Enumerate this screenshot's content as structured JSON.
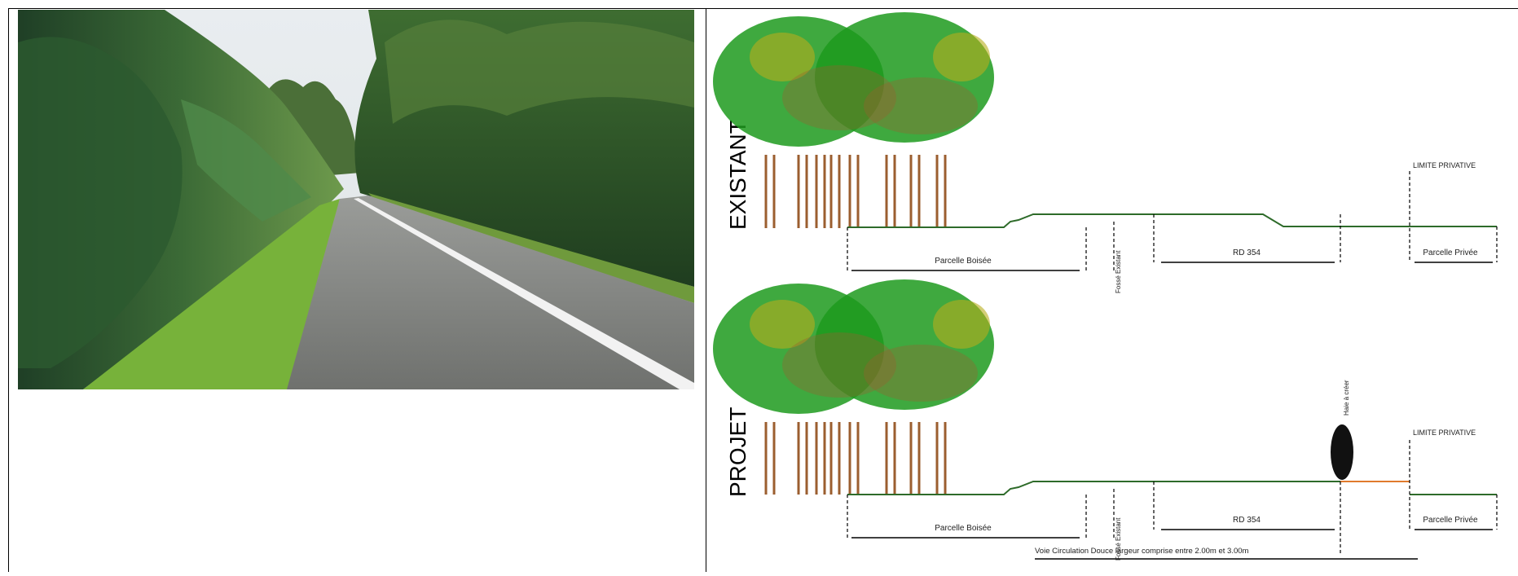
{
  "drawing": {
    "existing": {
      "title": "EXISTANT",
      "labels": {
        "parcel_wooded": "Parcelle Boisée",
        "ditch": "Fossé Existant",
        "road": "RD 354",
        "private_limit": "LIMITE PRIVATIVE",
        "private_parcel": "Parcelle Privée"
      }
    },
    "project": {
      "title": "PROJET",
      "labels": {
        "parcel_wooded": "Parcelle Boisée",
        "ditch": "Fossé Existant",
        "road": "RD 354",
        "hedge": "Haie à créer",
        "private_limit": "LIMITE PRIVATIVE",
        "private_parcel": "Parcelle Privée",
        "soft_lane": "Voie Circulation Douce largeur comprise entre 2.00m et 3.00m"
      }
    },
    "colors": {
      "ground": "#2e6b2a",
      "orange_line": "#e07a2d",
      "foliage_green": "#1d9a1d",
      "foliage_yellow": "#b7ad1c",
      "trunk": "#9b5e2f"
    }
  }
}
